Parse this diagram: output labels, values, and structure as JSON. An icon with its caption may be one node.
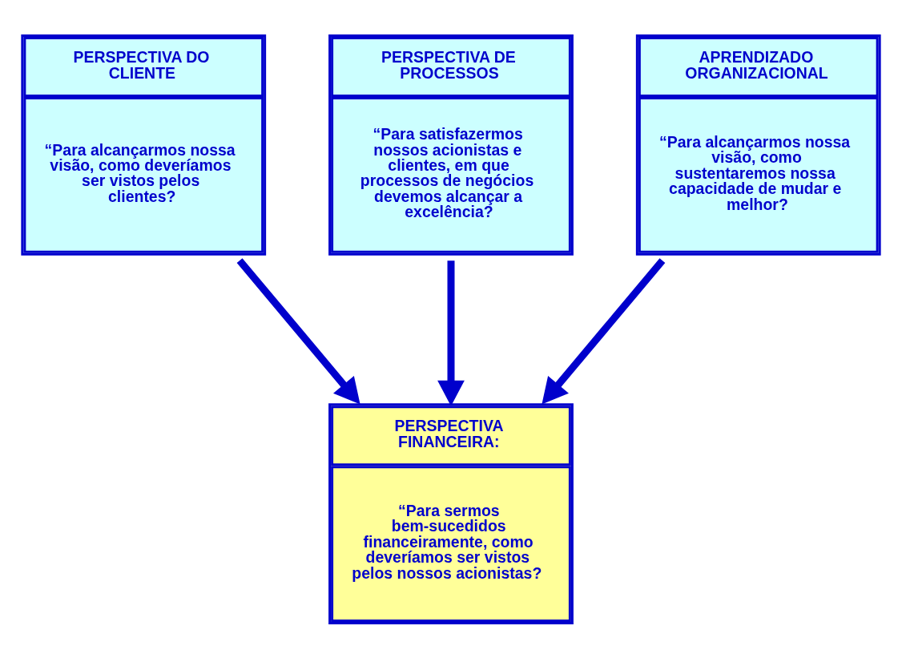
{
  "diagram": {
    "nodes": [
      {
        "text": [
          "PERSPECTIVA DO CLIENTE",
          "“Para alcançarmos nossa visão, como deveríamos ser vistos pelos clientes?"
        ]
      },
      {
        "text": [
          "PERSPECTIVA DE PROCESSOS",
          "“Para satisfazermos nossos acionistas e clientes, em que processos de negócios devemos alcançar a excelência?"
        ]
      },
      {
        "text": [
          "APRENDIZADO ORGANIZACIONAL",
          "“Para alcançarmos nossa visão, como sustentaremos nossa capacidade de mudar e melhor?"
        ]
      },
      {
        "text": [
          "PERSPECTIVA FINANCEIRA:",
          "“Para sermos bem-sucedidos financeiramente, como deveríamos ser vistos pelos nossos acionistas?"
        ]
      }
    ],
    "edges": [
      {
        "from": 0,
        "to": 3,
        "arrow": "to"
      },
      {
        "from": 1,
        "to": 3,
        "arrow": "to"
      },
      {
        "from": 2,
        "to": 3,
        "arrow": "to"
      }
    ]
  }
}
